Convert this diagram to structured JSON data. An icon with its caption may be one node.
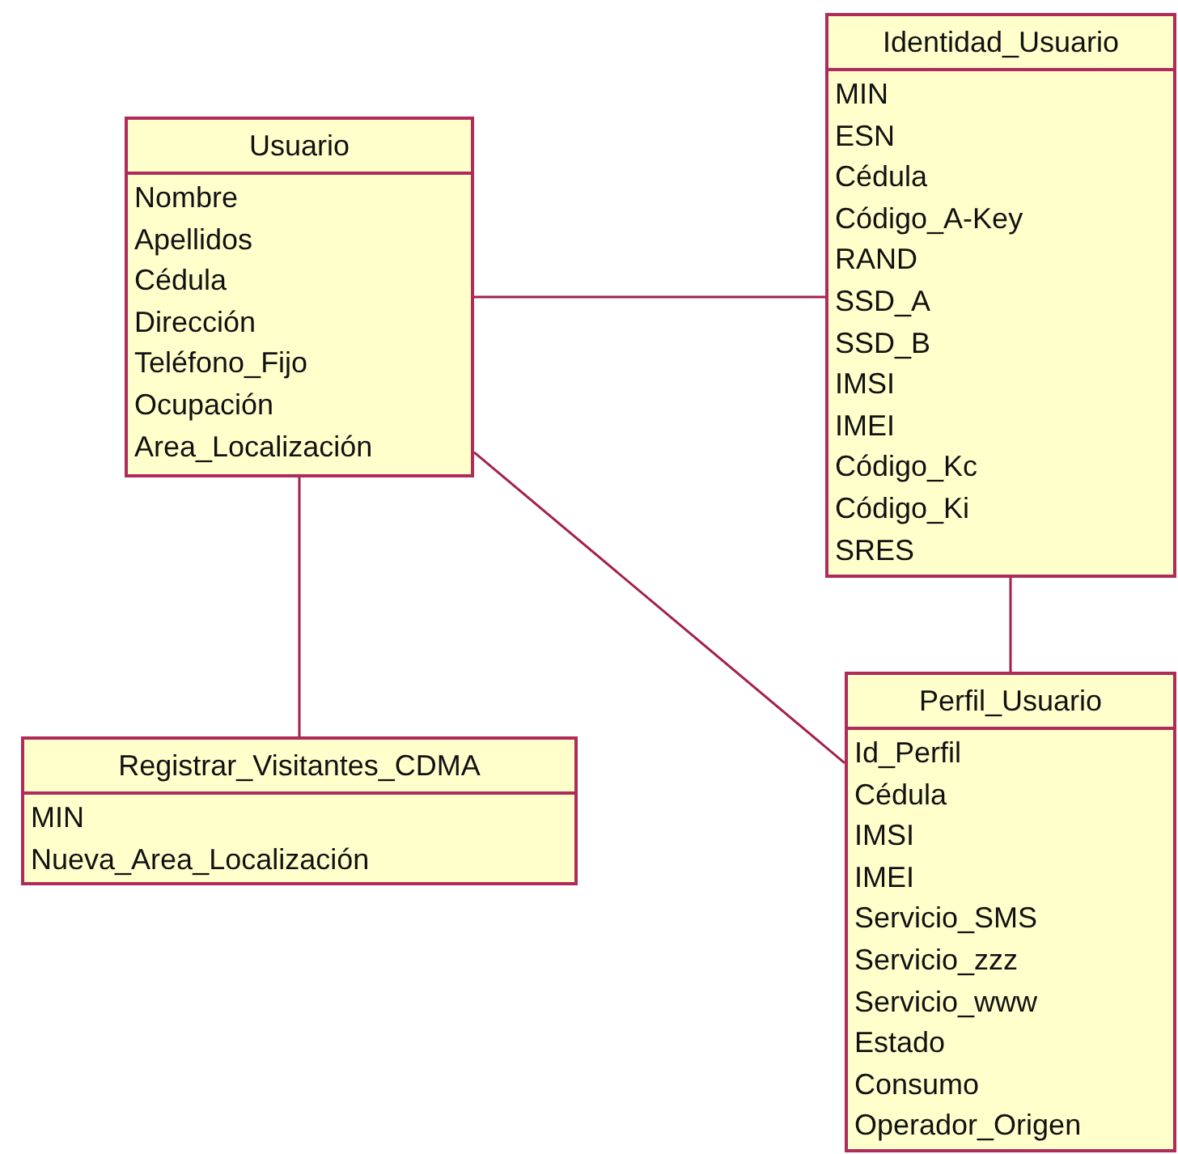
{
  "diagram": {
    "nodes": [
      {
        "text": [
          "Usuario",
          "Nombre",
          "Apellidos",
          "Cédula",
          "Dirección",
          "Teléfono_Fijo",
          "Ocupación",
          "Area_Localización"
        ]
      },
      {
        "text": [
          "Identidad_Usuario",
          "MIN",
          "ESN",
          "Cédula",
          "Código_A-Key",
          "RAND",
          "SSD_A",
          "SSD_B",
          "IMSI",
          "IMEI",
          "Código_Kc",
          "Código_Ki",
          "SRES"
        ]
      },
      {
        "text": [
          "Registrar_Visitantes_CDMA",
          "MIN",
          "Nueva_Area_Localización"
        ]
      },
      {
        "text": [
          "Perfil_Usuario",
          "Id_Perfil",
          "Cédula",
          "IMSI",
          "IMEI",
          "Servicio_SMS",
          "Servicio_zzz",
          "Servicio_www",
          "Estado",
          "Consumo",
          "Operador_Origen"
        ]
      }
    ],
    "edges": [
      {
        "from": 0,
        "to": 1,
        "arrow": "none"
      },
      {
        "from": 0,
        "to": 2,
        "arrow": "none"
      },
      {
        "from": 0,
        "to": 3,
        "arrow": "none"
      },
      {
        "from": 1,
        "to": 3,
        "arrow": "none"
      }
    ]
  }
}
